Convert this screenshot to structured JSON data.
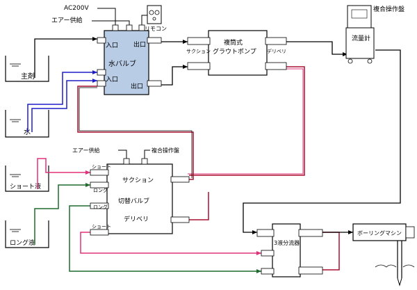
{
  "labels": {
    "ac_power": "AC200V",
    "air_supply_top": "エアー供給",
    "remote": "リモコン",
    "water_valve_in1": "入口",
    "water_valve_title": "水バルブ",
    "water_valve_in2": "入口",
    "water_valve_out1": "出口",
    "water_valve_out2": "出口",
    "main_agent": "主剤",
    "water": "水",
    "short_liquid": "ショート液",
    "long_liquid": "ロング液",
    "pump_suction": "サクション",
    "pump_title_1": "複筒式",
    "pump_title_2": "グラウトポンプ",
    "pump_delivery": "デリベリ",
    "panel_top": "複合操作盤",
    "flow_meter": "流量計",
    "air_supply_mid": "エアー供給",
    "panel_mid": "複合操作盤",
    "sv_short_1": "ショート",
    "sv_long_1": "ロング",
    "sv_long_2": "ロング",
    "sv_short_2": "ショート",
    "sv_suction": "サクション",
    "sv_title": "切替バルブ",
    "sv_delivery": "デリベリ",
    "three_way": "3液分流器",
    "boring_machine": "ボーリングマシン"
  },
  "colors": {
    "water_line": "#1d1dc8",
    "short_line": "#e0307a",
    "long_line": "#1e6b2e",
    "delivery_line": "#a81030",
    "valve_fill": "#b8cce6",
    "black_line": "#000000"
  }
}
